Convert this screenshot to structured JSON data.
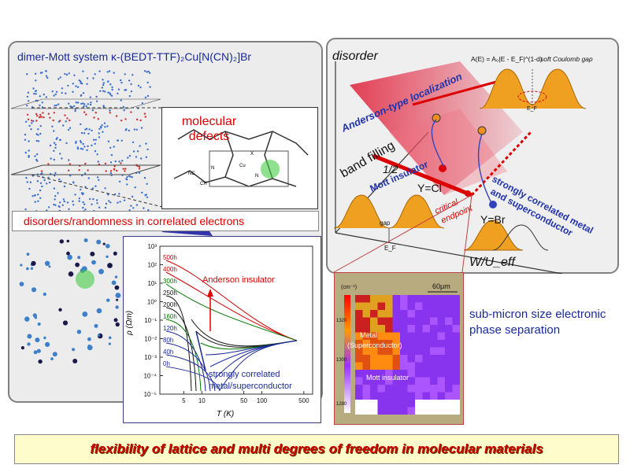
{
  "left_panel": {
    "title": "dimer-Mott system κ-(BEDT-TTF)₂Cu[N(CN)₂]Br",
    "molecular_defects_label": "molecular\ndefects",
    "mol_atoms": [
      "NC",
      "N",
      "Cu",
      "X",
      "N",
      "CH"
    ],
    "banner": "disorders/randomness in correlated electrons"
  },
  "resistivity_graph": {
    "ylabel": "ρ (Ωm)",
    "xlabel": "T (K)",
    "y_ticks": [
      "10³",
      "10²",
      "10¹",
      "10⁰",
      "10⁻¹",
      "10⁻²",
      "10⁻³",
      "10⁻⁴",
      "10⁻⁵"
    ],
    "x_ticks": [
      "5",
      "10",
      "50",
      "100",
      "500"
    ],
    "curve_labels": [
      "500h",
      "400h",
      "300h",
      "250h",
      "200h",
      "160h",
      "120h",
      "80h",
      "40h",
      "0h"
    ],
    "annotation_top": "Anderson insulator",
    "annotation_bottom": "strongly correlated\nmetal/superconductor"
  },
  "phase_diagram": {
    "disorder_label": "disorder",
    "dos_formula": "A(E) = A₀|E - E_F|^(1-d)",
    "soft_gap_label": "soft Coulomb gap",
    "ef_label": "E_F",
    "anderson_label": "Anderson-type localization",
    "band_filling_label": "band filling",
    "half_label": "1/2",
    "mott_label": "Mott insulator",
    "ycl_label": "Y=Cl",
    "critical_label": "critical\nendpoint",
    "ybr_label": "Y=Br",
    "corr_metal_label": "strongly correlated metal\nand superconductor",
    "wu_label": "W/U_eff",
    "gap_label": "gap",
    "ef_bottom_label": "E_F"
  },
  "ir_map": {
    "unit_label": "(cm⁻¹)",
    "scale_label": "60μm",
    "ticks": [
      "1320",
      "1300",
      "1280"
    ],
    "metal_label": "Metal\n(Superconductor)",
    "mott_label": "Mott insulator",
    "note": "sub-micron size electronic\nphase separation"
  },
  "footer": "flexibility of lattice and multi degrees of freedom in molecular materials",
  "colors": {
    "title_blue": "#1a2a99",
    "accent_red": "#d00000",
    "orange_peak": "#f0a020",
    "panel_bg": "#ececec"
  }
}
